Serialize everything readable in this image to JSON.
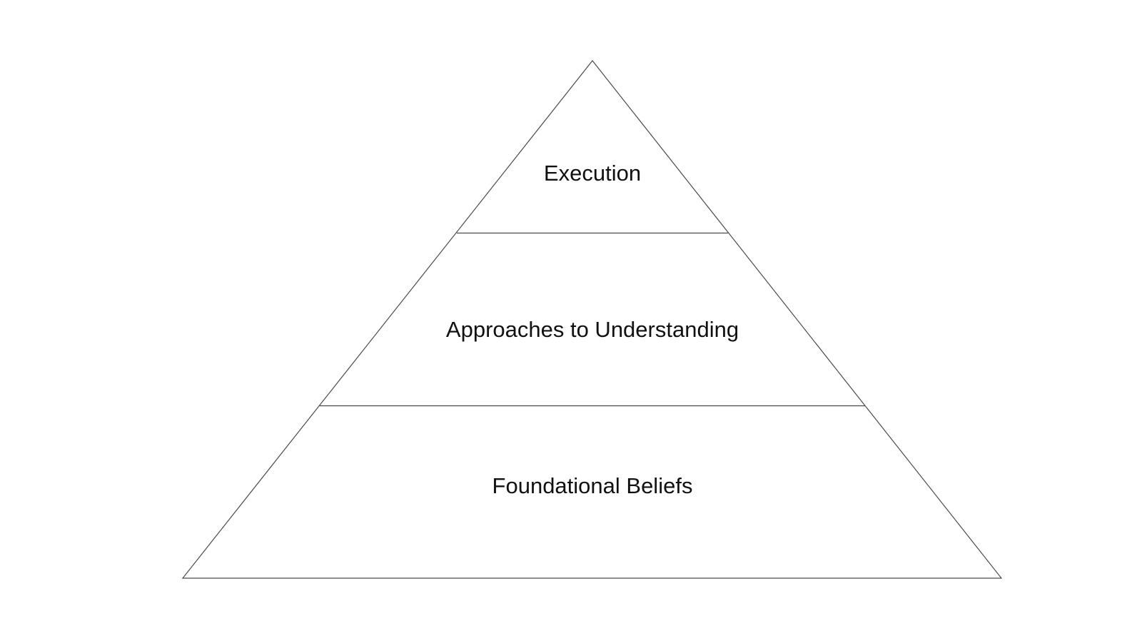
{
  "diagram": {
    "type": "pyramid",
    "tiers": [
      {
        "label": "Execution"
      },
      {
        "label": "Approaches to Understanding"
      },
      {
        "label": "Foundational Beliefs"
      }
    ],
    "colors": {
      "background": "#ffffff",
      "stroke": "#4a4a4a",
      "text": "#111111"
    }
  }
}
